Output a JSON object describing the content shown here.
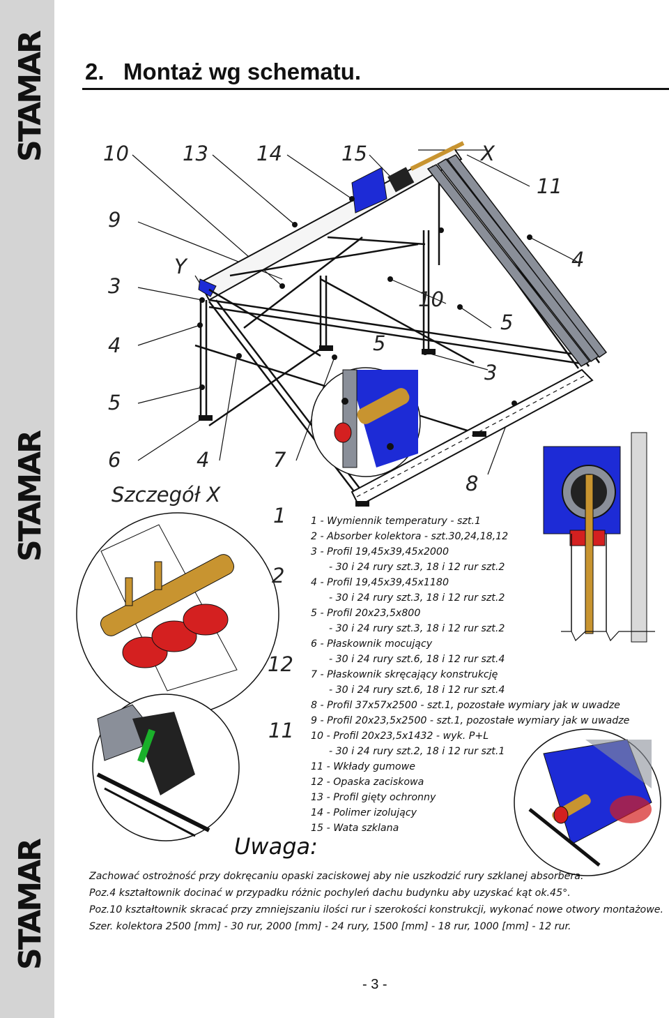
{
  "brand": {
    "name": "STAMAR"
  },
  "heading": {
    "number": "2.",
    "title": "Montaż wg schematu."
  },
  "callouts": {
    "n10a": "10",
    "n13": "13",
    "n14": "14",
    "n15": "15",
    "x_mark": "X",
    "n11a": "11",
    "n9": "9",
    "n3a": "3",
    "n4a": "4",
    "n5a": "5",
    "y_mark": "Y",
    "n4b": "4",
    "n10b": "10",
    "n5b": "5",
    "n5c": "5",
    "n3b": "3",
    "n6": "6",
    "n4c": "4",
    "n7": "7",
    "n8": "8",
    "n1": "1",
    "n2": "2",
    "n12": "12",
    "n11b": "11"
  },
  "detail_label": "Szczegół X",
  "legend": [
    {
      "text": "1 - Wymiennik temperatury - szt.1",
      "indent": false
    },
    {
      "text": "2 - Absorber kolektora - szt.30,24,18,12",
      "indent": false
    },
    {
      "text": "3 - Profil 19,45x39,45x2000",
      "indent": false
    },
    {
      "text": "- 30 i 24 rury szt.3, 18 i 12 rur szt.2",
      "indent": true
    },
    {
      "text": "4 - Profil 19,45x39,45x1180",
      "indent": false
    },
    {
      "text": "- 30 i 24 rury szt.3, 18 i 12 rur szt.2",
      "indent": true
    },
    {
      "text": "5 - Profil 20x23,5x800",
      "indent": false
    },
    {
      "text": "- 30 i 24 rury szt.3, 18 i 12 rur szt.2",
      "indent": true
    },
    {
      "text": "6 - Płaskownik mocujący",
      "indent": false
    },
    {
      "text": "- 30 i 24 rury szt.6, 18 i 12 rur szt.4",
      "indent": true
    },
    {
      "text": "7 - Płaskownik skręcający konstrukcję",
      "indent": false
    },
    {
      "text": "- 30 i 24 rury szt.6, 18 i 12 rur szt.4",
      "indent": true
    },
    {
      "text": "8 - Profil 37x57x2500 - szt.1, pozostałe wymiary jak w uwadze",
      "indent": false
    },
    {
      "text": "9 - Profil 20x23,5x2500 - szt.1, pozostałe wymiary jak w uwadze",
      "indent": false
    },
    {
      "text": "10 - Profil 20x23,5x1432 - wyk. P+L",
      "indent": false
    },
    {
      "text": "- 30 i 24 rury szt.2, 18 i 12 rur szt.1",
      "indent": true
    },
    {
      "text": "11 - Wkłady gumowe",
      "indent": false
    },
    {
      "text": "12 - Opaska zaciskowa",
      "indent": false
    },
    {
      "text": "13 - Profil gięty ochronny",
      "indent": false
    },
    {
      "text": "14 - Polimer izolujący",
      "indent": false
    },
    {
      "text": "15 - Wata szklana",
      "indent": false
    }
  ],
  "uwaga_label": "Uwaga:",
  "notes": [
    "Zachować ostrożność przy dokręcaniu opaski zaciskowej aby nie uszkodzić rury szklanej absorbera.",
    "Poz.4 kształtownik docinać w przypadku różnic pochyleń dachu budynku aby uzyskać kąt ok.45°.",
    "Poz.10 kształtownik skracać przy zmniejszaniu ilości rur i szerokości konstrukcji, wykonać nowe otwory montażowe.",
    "Szer. kolektora 2500 [mm] - 30 rur, 2000 [mm] - 24 rury, 1500 [mm] - 18 rur, 1000 [mm] - 12 rur."
  ],
  "page_number": "- 3 -",
  "colors": {
    "blue": "#1d2bd6",
    "brass": "#c89430",
    "red": "#d42020",
    "side": "#d4d4d4"
  }
}
